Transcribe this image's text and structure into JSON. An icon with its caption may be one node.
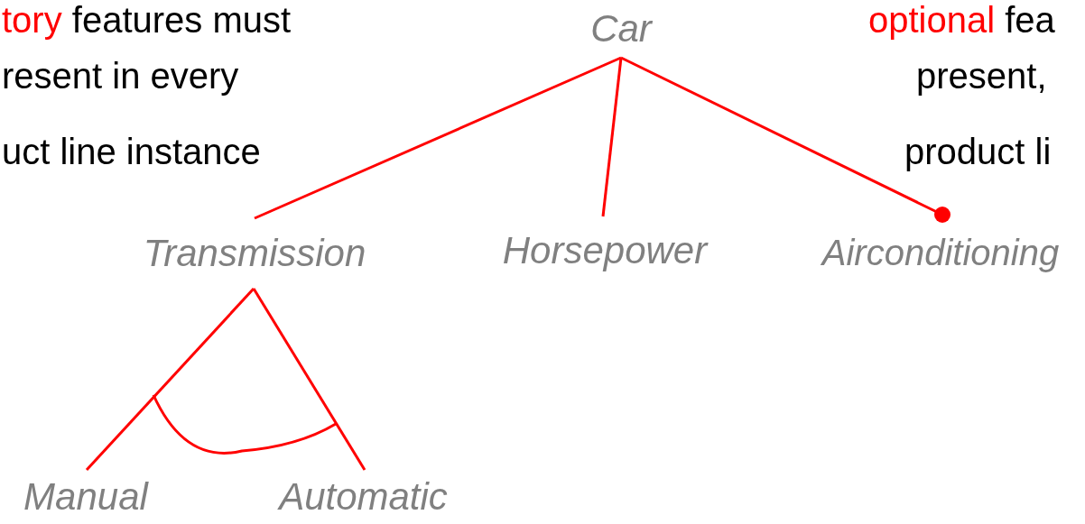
{
  "diagram": {
    "nodes": [
      {
        "text": [
          "Car"
        ]
      },
      {
        "text": [
          "Transmission"
        ]
      },
      {
        "text": [
          "Horsepower"
        ]
      },
      {
        "text": [
          "Airconditioning"
        ]
      },
      {
        "text": [
          "Manual"
        ]
      },
      {
        "text": [
          "Automatic"
        ]
      }
    ],
    "edges": [
      {
        "from": 0,
        "to": 1,
        "arrow": "none"
      },
      {
        "from": 0,
        "to": 2,
        "arrow": "none"
      },
      {
        "from": 0,
        "to": 3,
        "arrow": "other"
      },
      {
        "from": 1,
        "to": 4,
        "arrow": "none"
      },
      {
        "from": 1,
        "to": 5,
        "arrow": "none"
      }
    ],
    "labels": [
      "tory features must",
      "resent in every",
      "uct line instance",
      "optional fea",
      "present,",
      "product li"
    ]
  }
}
